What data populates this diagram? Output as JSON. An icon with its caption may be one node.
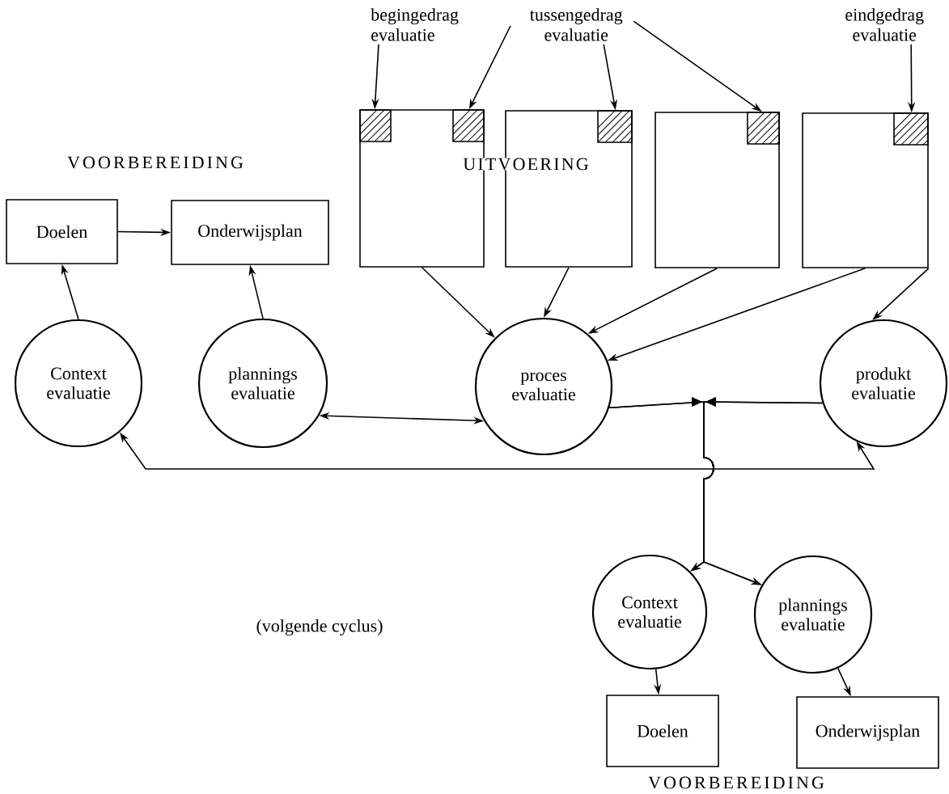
{
  "diagram": {
    "nodes": [
      {
        "text": [
          "Doelen"
        ]
      },
      {
        "text": [
          "Onderwijsplan"
        ]
      },
      {
        "text": [
          "Context evaluatie"
        ]
      },
      {
        "text": [
          "plannings evaluatie"
        ]
      },
      {
        "text": [],
        "shape": "box"
      },
      {
        "text": [],
        "shape": "box"
      },
      {
        "text": [],
        "shape": "box"
      },
      {
        "text": [],
        "shape": "box"
      },
      {
        "text": [
          "proces evaluatie"
        ]
      },
      {
        "text": [
          "produkt evaluatie"
        ]
      },
      {
        "text": [
          "Context evaluatie"
        ]
      },
      {
        "text": [
          "plannings evaluatie"
        ]
      },
      {
        "text": [
          "Doelen"
        ]
      },
      {
        "text": [
          "Onderwijsplan"
        ]
      },
      {
        "text": [
          "begingedrag evaluatie"
        ]
      },
      {
        "text": [
          "tussengedrag evaluatie"
        ]
      },
      {
        "text": [
          "eindgedrag evaluatie"
        ]
      }
    ],
    "edges": [
      {
        "from": 0,
        "to": 1,
        "arrow": "to"
      },
      {
        "from": 2,
        "to": 0,
        "arrow": "to"
      },
      {
        "from": 3,
        "to": 1,
        "arrow": "to"
      },
      {
        "from": 14,
        "to": 4,
        "arrow": "to"
      },
      {
        "from": 15,
        "to": 4,
        "arrow": "to"
      },
      {
        "from": 15,
        "to": 5,
        "arrow": "to"
      },
      {
        "from": 15,
        "to": 6,
        "arrow": "to"
      },
      {
        "from": 16,
        "to": 7,
        "arrow": "to"
      },
      {
        "from": 4,
        "to": 8,
        "arrow": "to"
      },
      {
        "from": 5,
        "to": 8,
        "arrow": "to"
      },
      {
        "from": 6,
        "to": 8,
        "arrow": "to"
      },
      {
        "from": 7,
        "to": 8,
        "arrow": "to"
      },
      {
        "from": 7,
        "to": 9,
        "arrow": "to"
      },
      {
        "from": 3,
        "to": 8,
        "arrow": "both"
      },
      {
        "from": 9,
        "to": 2,
        "arrow": "both"
      },
      {
        "from": 8,
        "to": 10,
        "arrow": "to"
      },
      {
        "from": 8,
        "to": 11,
        "arrow": "to"
      },
      {
        "from": 9,
        "to": 10,
        "arrow": "to"
      },
      {
        "from": 9,
        "to": 11,
        "arrow": "to"
      },
      {
        "from": 10,
        "to": 12,
        "arrow": "to"
      },
      {
        "from": 11,
        "to": 13,
        "arrow": "to"
      }
    ],
    "labels": [
      "VOORBEREIDING",
      "UITVOERING",
      "(volgende cyclus)",
      "VOORBEREIDING"
    ]
  }
}
